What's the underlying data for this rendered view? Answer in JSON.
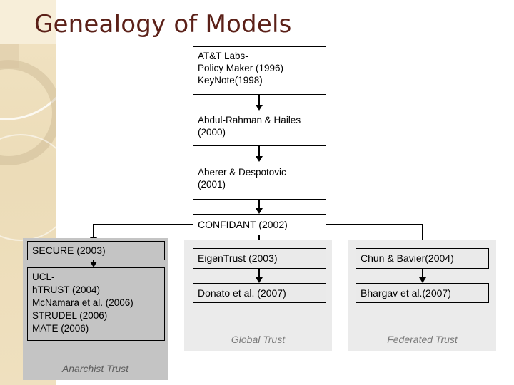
{
  "slide": {
    "title": "Genealogy of Models",
    "title_color": "#5B2018",
    "background_color": "#FFFFFF",
    "accent_band_color": "#ECDCB8"
  },
  "chain": {
    "nodes": [
      {
        "id": "attt",
        "lines": [
          "AT&T Labs-",
          "Policy Maker (1996)",
          "KeyNote(1998)"
        ]
      },
      {
        "id": "abdul",
        "lines": [
          "Abdul-Rahman & Hailes",
          "(2000)"
        ]
      },
      {
        "id": "aberer",
        "lines": [
          "Aberer & Despotovic",
          "(2001)"
        ]
      },
      {
        "id": "confidant",
        "lines": [
          "CONFIDANT (2002)"
        ]
      }
    ]
  },
  "groups": [
    {
      "id": "anarchist",
      "label": "Anarchist Trust",
      "panel_color": "#C4C4C4",
      "nodes": [
        {
          "id": "secure",
          "lines": [
            "SECURE (2003)"
          ]
        },
        {
          "id": "ucl",
          "lines": [
            "UCL-",
            "hTRUST (2004)",
            "McNamara et al. (2006)",
            "STRUDEL (2006)",
            "MATE (2006)"
          ]
        }
      ]
    },
    {
      "id": "global",
      "label": "Global Trust",
      "panel_color": "#EBEBEB",
      "nodes": [
        {
          "id": "eigentrust",
          "lines": [
            "EigenTrust (2003)"
          ]
        },
        {
          "id": "donato",
          "lines": [
            "Donato et al. (2007)"
          ]
        }
      ]
    },
    {
      "id": "federated",
      "label": "Federated Trust",
      "panel_color": "#EBEBEB",
      "nodes": [
        {
          "id": "chun",
          "lines": [
            "Chun & Bavier(2004)"
          ]
        },
        {
          "id": "bhargav",
          "lines": [
            "Bhargav et al.(2007)"
          ]
        }
      ]
    }
  ]
}
